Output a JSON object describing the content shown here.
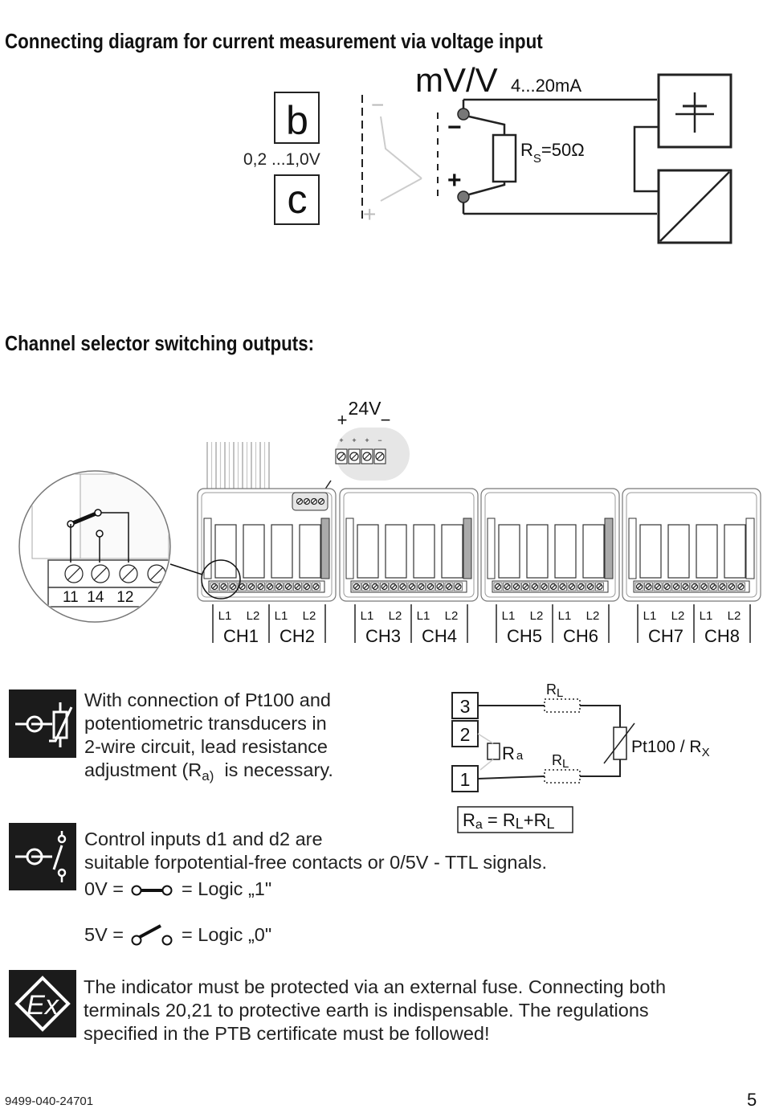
{
  "headings": {
    "current_measurement": "Connecting diagram for current measurement via voltage input",
    "channel_selector": "Channel selector switching outputs:"
  },
  "voltage_diagram": {
    "terminal_b": "b",
    "terminal_c": "c",
    "range": "0,2 ...1,0V",
    "input_label": "mV/V",
    "current_label": "4...20mA",
    "minus": "−",
    "plus": "+",
    "resistor_label": "R",
    "resistor_sub": "S",
    "resistor_value": "=50Ω"
  },
  "channel_diagram": {
    "supply_voltage": "24V",
    "supply_plus": "+",
    "supply_minus": "−",
    "detail_terminals": "11  14   12",
    "channels": [
      {
        "name": "CH1",
        "l1": "L1",
        "l2": "L2"
      },
      {
        "name": "CH2",
        "l1": "L1",
        "l2": "L2"
      },
      {
        "name": "CH3",
        "l1": "L1",
        "l2": "L2"
      },
      {
        "name": "CH4",
        "l1": "L1",
        "l2": "L2"
      },
      {
        "name": "CH5",
        "l1": "L1",
        "l2": "L2"
      },
      {
        "name": "CH6",
        "l1": "L1",
        "l2": "L2"
      },
      {
        "name": "CH7",
        "l1": "L1",
        "l2": "L2"
      },
      {
        "name": "CH8",
        "l1": "L1",
        "l2": "L2"
      }
    ]
  },
  "pt100_note": {
    "lines": [
      "With connection of Pt100 and",
      "potentiometric transducers in",
      "2-wire circuit, lead resistance"
    ],
    "last_line_prefix": "adjustment (R",
    "last_line_sub": "a)",
    "last_line_suffix": "  is necessary."
  },
  "pt100_diagram": {
    "terminal_3": "3",
    "terminal_2": "2",
    "terminal_1": "1",
    "rl_label": "R",
    "rl_sub": "L",
    "ra_label": "R",
    "ra_sub": "a",
    "sensor_label": "Pt100 / R",
    "sensor_sub": "X",
    "formula_ra": "R",
    "formula_ra_sub": "a",
    "formula_eq": " = R",
    "formula_rl_sub": "L",
    "formula_plus": "+R",
    "formula_rl2_sub": "L"
  },
  "control_note": {
    "line1": "Control inputs d1 and d2 are",
    "line2": "suitable forpotential-free contacts or 0/5V - TTL signals.",
    "logic1_prefix": "0V =",
    "logic1_suffix": "=  Logic „1\"",
    "logic0_prefix": "5V =",
    "logic0_suffix": "=  Logic „0\""
  },
  "ex_note": {
    "line1": "The indicator must be protected via an external fuse. Connecting both",
    "line2": "terminals 20,21 to protective earth is indispensable. The regulations",
    "line3": "specified in the PTB certificate must be followed!",
    "ex_symbol": "Ex"
  },
  "footer": {
    "doc_number": "9499-040-24701",
    "page_number": "5"
  }
}
